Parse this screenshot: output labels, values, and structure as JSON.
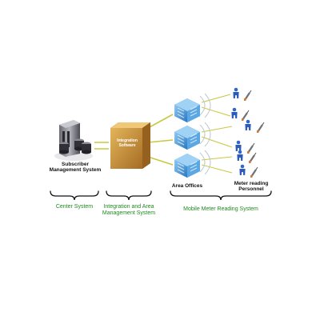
{
  "nodes": {
    "subscriber_system_line1": "Subscriber",
    "subscriber_system_line2": "Management System",
    "integration_box_line1": "Integration",
    "integration_box_line2": "Software",
    "area_offices": "Area Offices",
    "meter_personnel_line1": "Meter reading",
    "meter_personnel_line2": "Personnel"
  },
  "groups": {
    "center_system": "Center System",
    "integration_line1": "Integration and Area",
    "integration_line2": "Management System",
    "mobile_system": "Mobile Meter Reading System"
  },
  "colors": {
    "group_label": "#1f8a1f",
    "connector": "#c8c840",
    "box": "#c8963a",
    "building": "#3a8fd6"
  },
  "icons": [
    "server-icon",
    "integration-box-icon",
    "building-icon",
    "person-icon",
    "handheld-reader-icon"
  ]
}
